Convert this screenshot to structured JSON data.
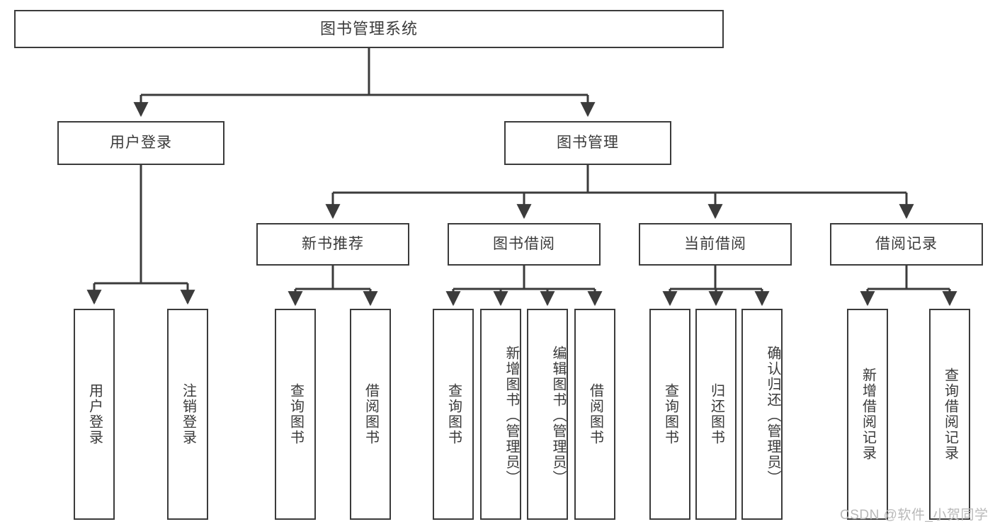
{
  "diagram": {
    "title": "图书管理系统",
    "type": "hierarchy-tree",
    "watermark": "CSDN @软件_小贺同学",
    "line_color": "#3b3b3b",
    "box_fill": "#ffffff",
    "text_color": "#3a3a3a",
    "watermark_color": "#b9b9b9"
  },
  "nodes": {
    "root": {
      "label": "图书管理系统"
    },
    "level2": [
      {
        "label": "用户登录"
      },
      {
        "label": "图书管理"
      }
    ],
    "level3": [
      {
        "label": "新书推荐"
      },
      {
        "label": "图书借阅"
      },
      {
        "label": "当前借阅"
      },
      {
        "label": "借阅记录"
      }
    ],
    "leaves": {
      "user_login": [
        {
          "label": "用户登录"
        },
        {
          "label": "注销登录"
        }
      ],
      "new_book_recommend": [
        {
          "label": "查询图书"
        },
        {
          "label": "借阅图书"
        }
      ],
      "book_borrow": [
        {
          "label": "查询图书"
        },
        {
          "label": "新增图书（管理员）"
        },
        {
          "label": "编辑图书（管理员）"
        },
        {
          "label": "借阅图书"
        }
      ],
      "current_borrow": [
        {
          "label": "查询图书"
        },
        {
          "label": "归还图书"
        },
        {
          "label": "确认归还（管理员）"
        }
      ],
      "borrow_record": [
        {
          "label": "新增借阅记录"
        },
        {
          "label": "查询借阅记录"
        }
      ]
    }
  }
}
